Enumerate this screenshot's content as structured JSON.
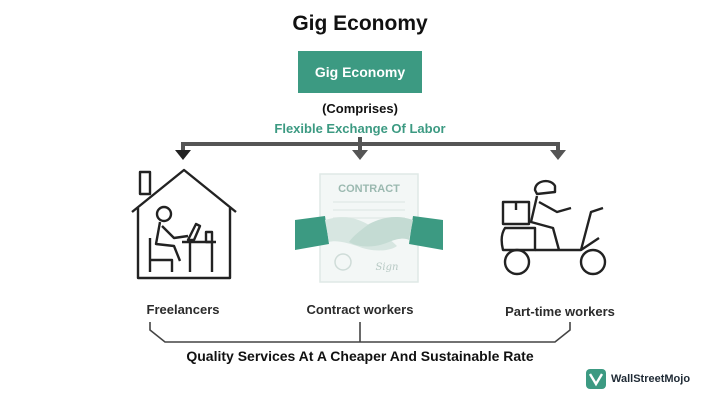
{
  "header": {
    "title": "Gig Economy"
  },
  "diagram": {
    "center_box": "Gig Economy",
    "comprises": "(Comprises)",
    "subtitle": "Flexible Exchange Of Labor",
    "nodes": [
      {
        "label": "Freelancers",
        "icon": "freelancer-house-icon"
      },
      {
        "label": "Contract workers",
        "icon": "contract-handshake-icon",
        "contract_title": "CONTRACT",
        "signature": "Sign"
      },
      {
        "label": "Part-time workers",
        "icon": "delivery-scooter-icon"
      }
    ],
    "footer": "Quality Services At A Cheaper And Sustainable Rate"
  },
  "brand": {
    "name": "WallStreetMojo",
    "icon": "wallstreetmojo-logo-icon"
  },
  "colors": {
    "accent": "#3c9a82",
    "line": "#555555",
    "text": "#111111"
  }
}
